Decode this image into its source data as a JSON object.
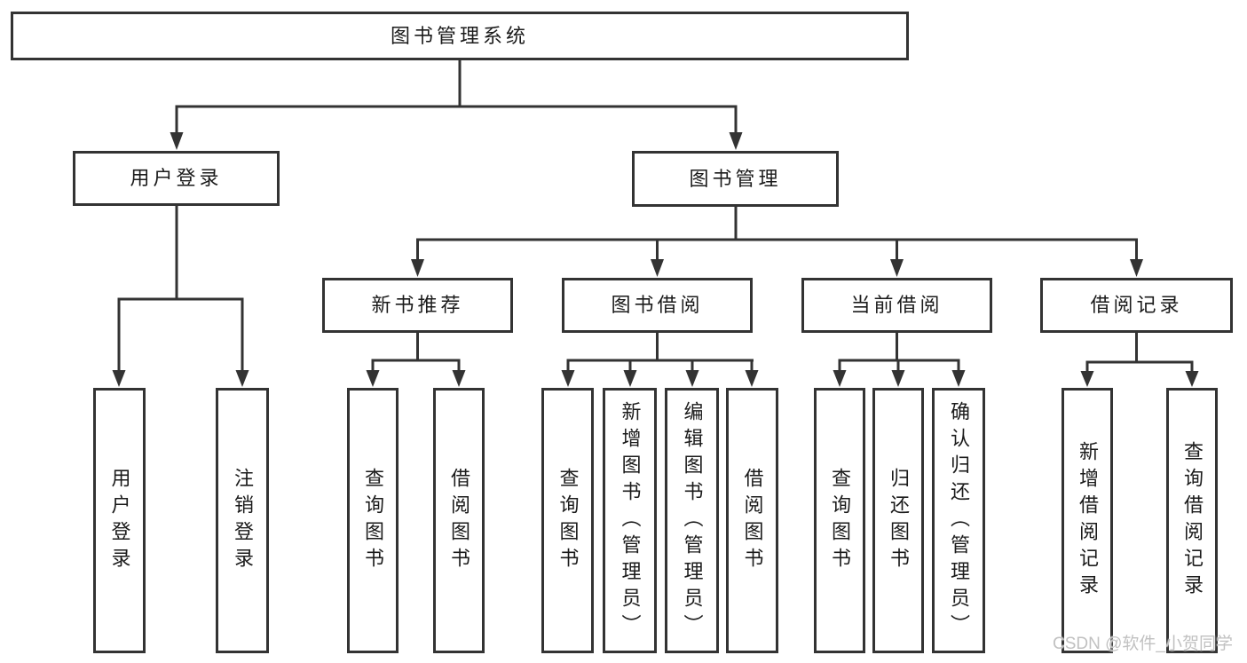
{
  "diagram": {
    "root": {
      "label": "图书管理系统"
    },
    "branches": [
      {
        "label": "用户登录",
        "children": [
          {
            "label": "用户登录"
          },
          {
            "label": "注销登录"
          }
        ]
      },
      {
        "label": "图书管理",
        "children": [
          {
            "label": "新书推荐",
            "children": [
              {
                "label": "查询图书"
              },
              {
                "label": "借阅图书"
              }
            ]
          },
          {
            "label": "图书借阅",
            "children": [
              {
                "label": "查询图书"
              },
              {
                "label": "新增图书（管理员）"
              },
              {
                "label": "编辑图书（管理员）"
              },
              {
                "label": "借阅图书"
              }
            ]
          },
          {
            "label": "当前借阅",
            "children": [
              {
                "label": "查询图书"
              },
              {
                "label": "归还图书"
              },
              {
                "label": "确认归还（管理员）"
              }
            ]
          },
          {
            "label": "借阅记录",
            "children": [
              {
                "label": "新增借阅记录"
              },
              {
                "label": "查询借阅记录"
              }
            ]
          }
        ]
      }
    ]
  },
  "watermark": {
    "text": "CSDN @软件_小贺同学"
  },
  "colors": {
    "line": "#333333",
    "text": "#1b1b1b",
    "background": "#ffffff",
    "watermark": "#c1c1c1"
  }
}
